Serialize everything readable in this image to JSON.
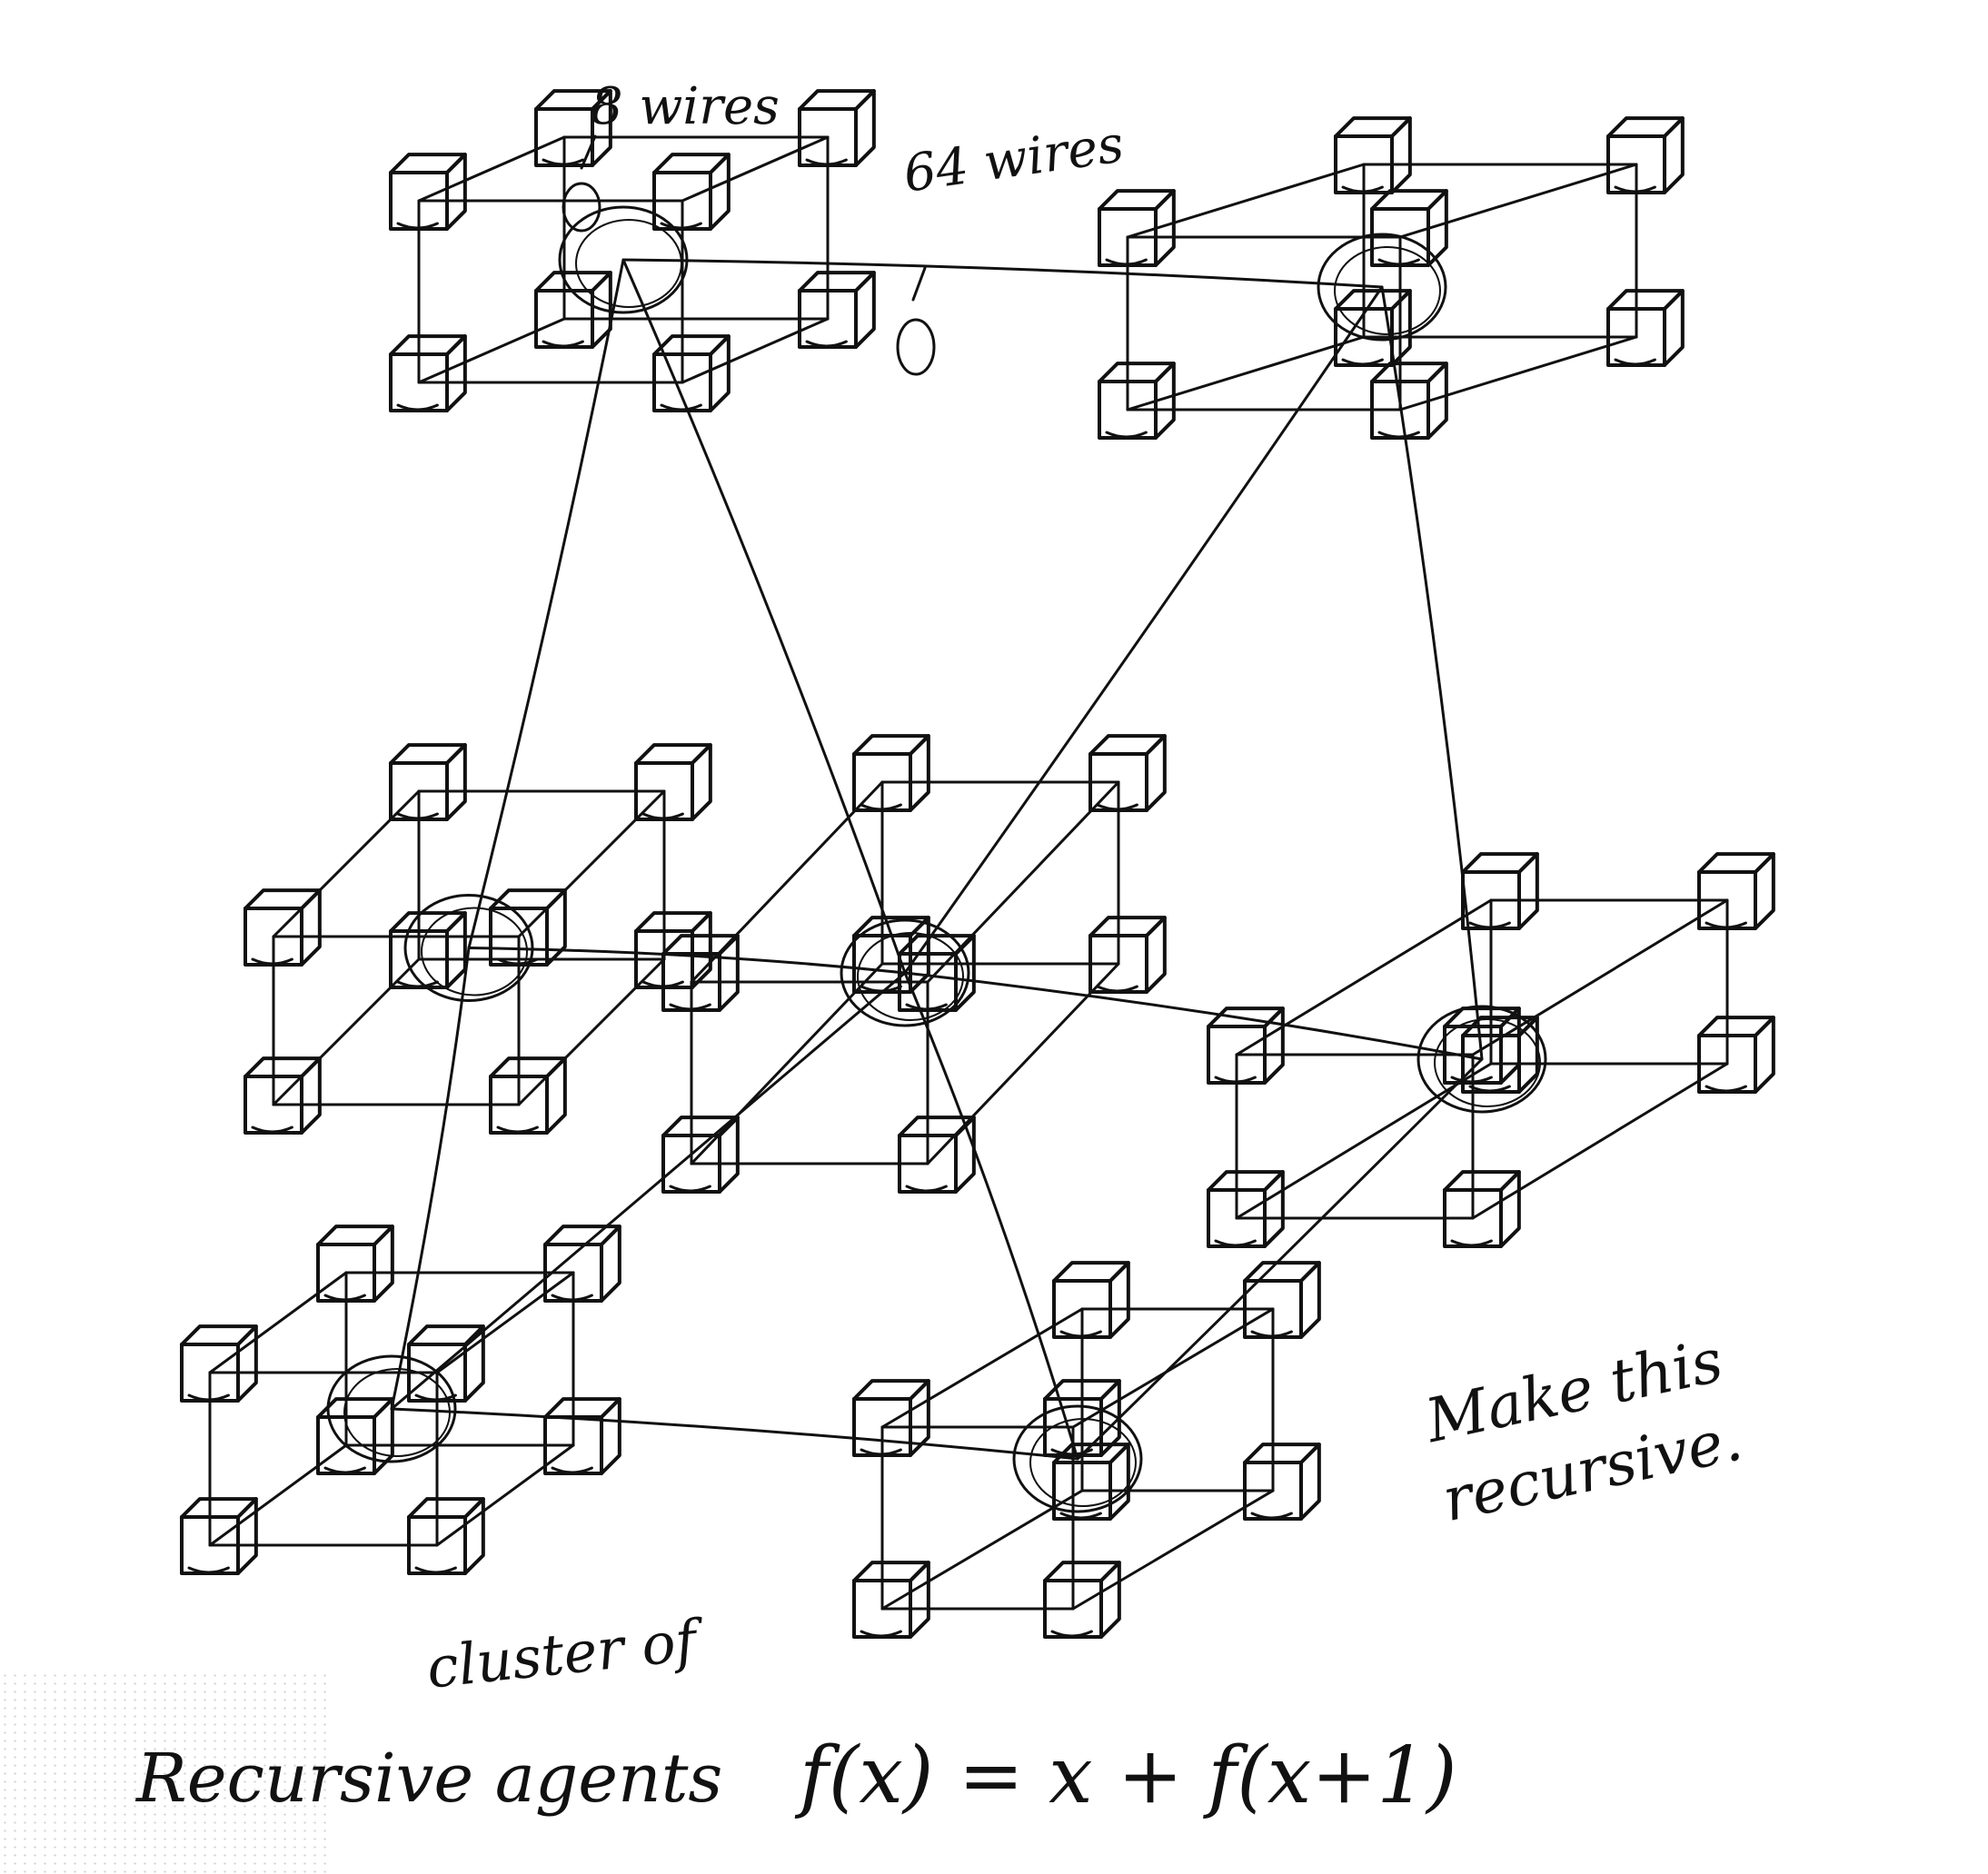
{
  "annotations": {
    "eight_wires": "8 wires",
    "sixty_four_wires": "64 wires",
    "cluster_of": "cluster of",
    "recursive_agents": "Recursive agents",
    "formula": "f(x) = x + f(x+1)",
    "make_recursive": "Make this\nrecursive."
  },
  "colors": {
    "ink": "#111111",
    "paper": "#ffffff"
  }
}
